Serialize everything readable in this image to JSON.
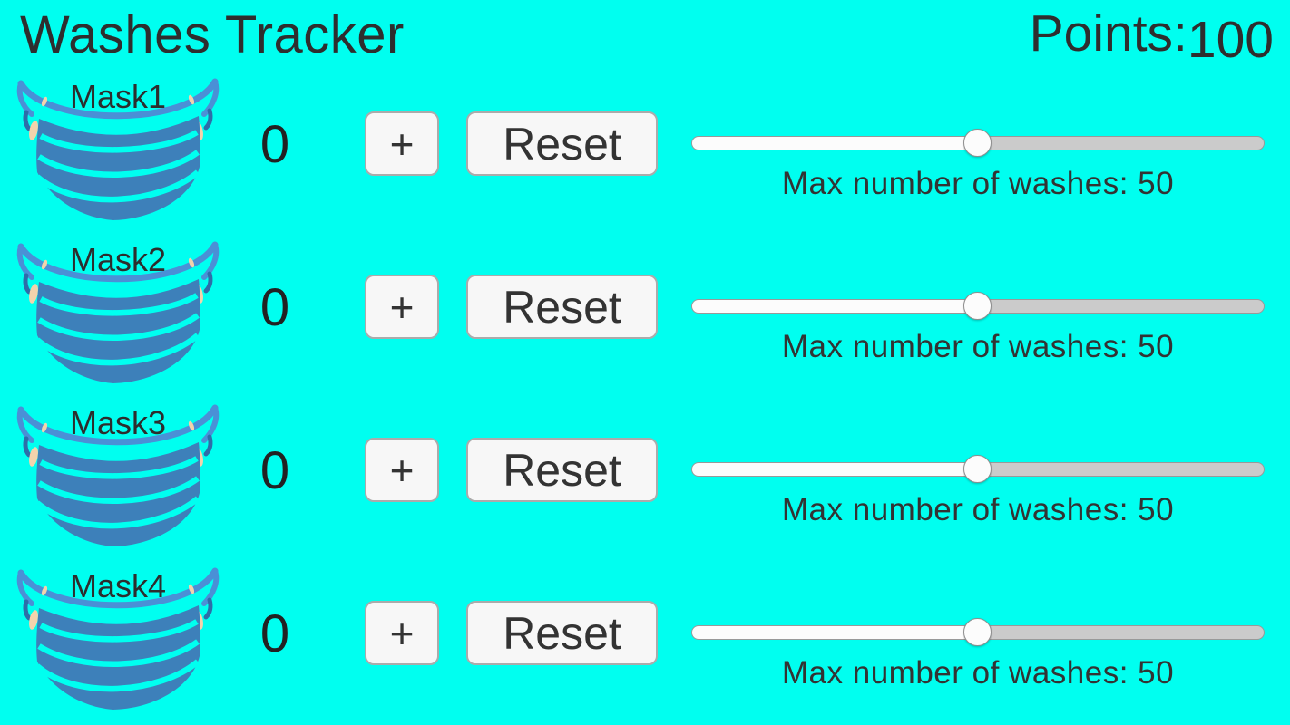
{
  "app": {
    "title": "Washes Tracker",
    "points_label": "Points:",
    "points_value": "100"
  },
  "controls": {
    "plus_label": "+",
    "reset_label": "Reset"
  },
  "masks": [
    {
      "label": "Mask1",
      "count": "0",
      "max_label": "Max number of washes: 50",
      "slider_percent": 50
    },
    {
      "label": "Mask2",
      "count": "0",
      "max_label": "Max number of washes: 50",
      "slider_percent": 50
    },
    {
      "label": "Mask3",
      "count": "0",
      "max_label": "Max number of washes: 50",
      "slider_percent": 50
    },
    {
      "label": "Mask4",
      "count": "0",
      "max_label": "Max number of washes: 50",
      "slider_percent": 50
    }
  ],
  "colors": {
    "background": "#00fff0",
    "mask_body_blue": "#3d80ba",
    "mask_arc_blue": "#4a90d6",
    "mask_dark_blue": "#2e6da8",
    "skin": "#f3d3ac",
    "text": "#2e2e2e",
    "button_bg": "#f7f7f7",
    "slider_fill": "#fcfcfc",
    "slider_rest": "#cbcbcb"
  }
}
